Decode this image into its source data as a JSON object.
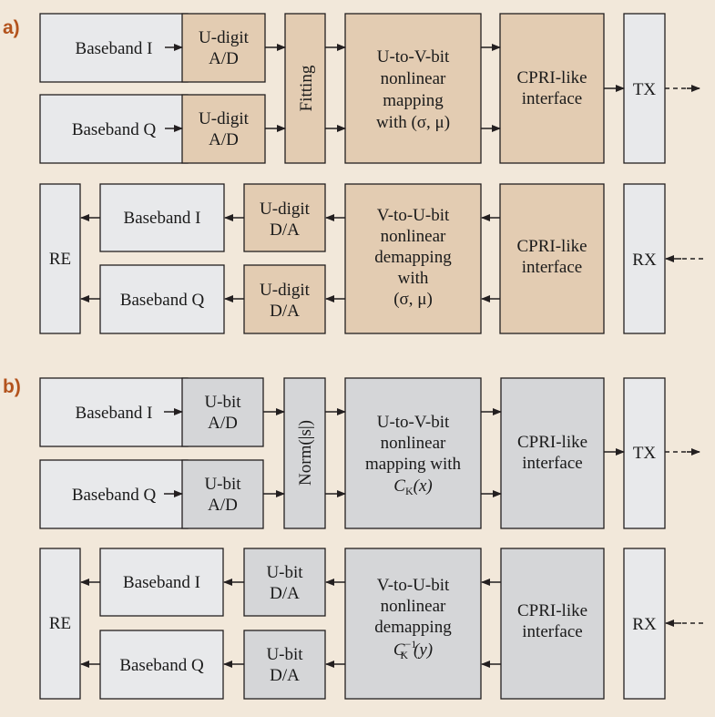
{
  "colors": {
    "background": "#f2e8da",
    "light_box": "#e8e9eb",
    "tan_box": "#e3ccb2",
    "gray_box": "#d5d6d8",
    "label_accent": "#b3531d",
    "line": "#231f20"
  },
  "panel_a": {
    "label": "a)",
    "tx": {
      "baseband_i": "Baseband I",
      "baseband_q": "Baseband Q",
      "adc_i": [
        "U-digit",
        "A/D"
      ],
      "adc_q": [
        "U-digit",
        "A/D"
      ],
      "fitting": "Fitting",
      "mapping": [
        "U-to-V-bit",
        "nonlinear",
        "mapping",
        "with (σ, μ)"
      ],
      "cpri": [
        "CPRI-like",
        "interface"
      ],
      "tx": "TX"
    },
    "rx": {
      "re": "RE",
      "baseband_i": "Baseband I",
      "baseband_q": "Baseband Q",
      "dac_i": [
        "U-digit",
        "D/A"
      ],
      "dac_q": [
        "U-digit",
        "D/A"
      ],
      "demapping": [
        "V-to-U-bit",
        "nonlinear",
        "demapping",
        "with",
        "(σ, μ)"
      ],
      "cpri": [
        "CPRI-like",
        "interface"
      ],
      "rx": "RX"
    }
  },
  "panel_b": {
    "label": "b)",
    "tx": {
      "baseband_i": "Baseband I",
      "baseband_q": "Baseband Q",
      "adc_i": [
        "U-bit",
        "A/D"
      ],
      "adc_q": [
        "U-bit",
        "A/D"
      ],
      "norm": "Norm(|s|)",
      "mapping": [
        "U-to-V-bit",
        "nonlinear",
        "mapping with"
      ],
      "mapping_fn": {
        "base": "C",
        "sub": "K",
        "arg": "(x)"
      },
      "cpri": [
        "CPRI-like",
        "interface"
      ],
      "tx": "TX"
    },
    "rx": {
      "re": "RE",
      "baseband_i": "Baseband I",
      "baseband_q": "Baseband Q",
      "dac_i": [
        "U-bit",
        "D/A"
      ],
      "dac_q": [
        "U-bit",
        "D/A"
      ],
      "demapping": [
        "V-to-U-bit",
        "nonlinear",
        "demapping"
      ],
      "demapping_fn": {
        "base": "C",
        "sub": "K",
        "sup": "−1",
        "arg": "(y)"
      },
      "cpri": [
        "CPRI-like",
        "interface"
      ],
      "rx": "RX"
    }
  }
}
